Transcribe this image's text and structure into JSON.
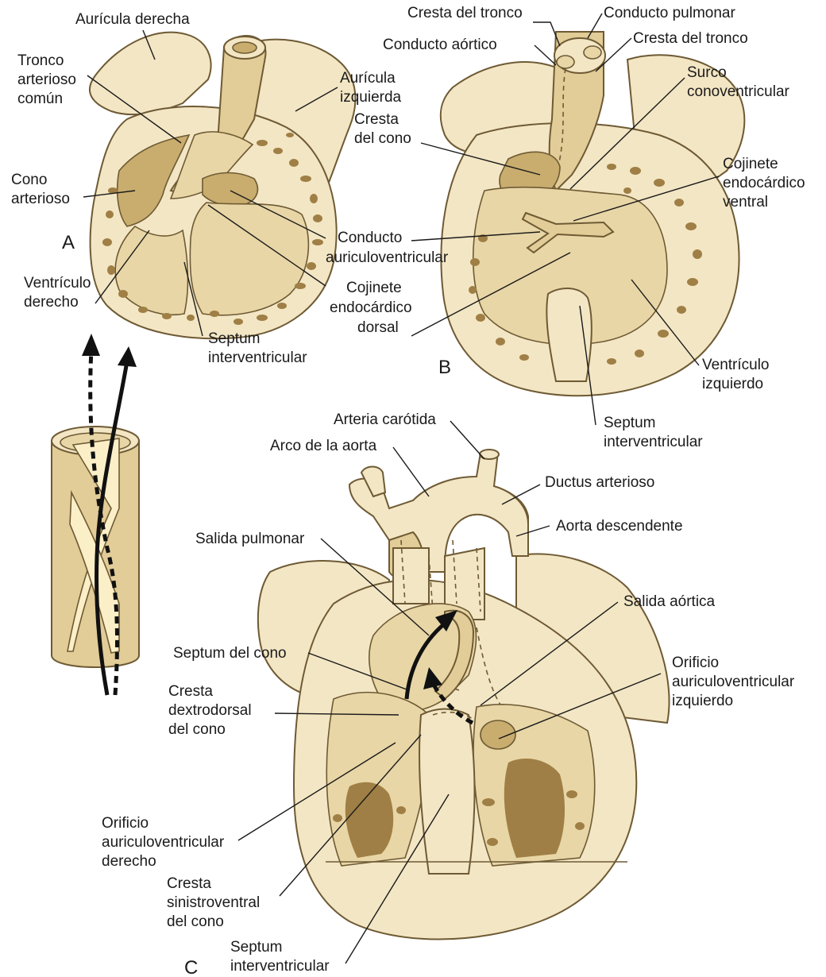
{
  "panels": {
    "a": "A",
    "b": "B",
    "c": "C"
  },
  "labels": {
    "a_auricula_derecha": "Aurícula derecha",
    "a_tronco_1": "Tronco",
    "a_tronco_2": "arterioso",
    "a_tronco_3": "común",
    "a_auricula_izq_1": "Aurícula",
    "a_auricula_izq_2": "izquierda",
    "a_cono_1": "Cono",
    "a_cono_2": "arterioso",
    "a_ventriculo_1": "Ventrículo",
    "a_ventriculo_2": "derecho",
    "a_septum_1": "Septum",
    "a_septum_2": "interventricular",
    "mid_conducto_1": "Conducto",
    "mid_conducto_2": "auriculoventricular",
    "mid_cojinete_1": "Cojinete",
    "mid_cojinete_2": "endocárdico",
    "mid_cojinete_3": "dorsal",
    "b_cresta_tronco_1": "Cresta del tronco",
    "b_conducto_pulmonar": "Conducto pulmonar",
    "b_conducto_aortico": "Conducto aórtico",
    "b_cresta_tronco_2": "Cresta del tronco",
    "b_surco_1": "Surco",
    "b_surco_2": "conoventricular",
    "b_cresta_cono_1": "Cresta",
    "b_cresta_cono_2": "del cono",
    "b_cojinete_1": "Cojinete",
    "b_cojinete_2": "endocárdico",
    "b_cojinete_3": "ventral",
    "b_ventriculo_1": "Ventrículo",
    "b_ventriculo_2": "izquierdo",
    "b_septum_1": "Septum",
    "b_septum_2": "interventricular",
    "c_carotida": "Arteria carótida",
    "c_arco": "Arco de la aorta",
    "c_ductus": "Ductus arterioso",
    "c_aorta_desc": "Aorta descendente",
    "c_salida_pulmonar": "Salida pulmonar",
    "c_salida_aortica": "Salida aórtica",
    "c_septum_cono": "Septum del cono",
    "c_cresta_dextro_1": "Cresta",
    "c_cresta_dextro_2": "dextrodorsal",
    "c_cresta_dextro_3": "del cono",
    "c_orificio_izq_1": "Orificio",
    "c_orificio_izq_2": "auriculoventricular",
    "c_orificio_izq_3": "izquierdo",
    "c_orificio_der_1": "Orificio",
    "c_orificio_der_2": "auriculoventricular",
    "c_orificio_der_3": "derecho",
    "c_cresta_sinistro_1": "Cresta",
    "c_cresta_sinistro_2": "sinistroventral",
    "c_cresta_sinistro_3": "del cono",
    "c_septum_1": "Septum",
    "c_septum_2": "interventricular"
  }
}
